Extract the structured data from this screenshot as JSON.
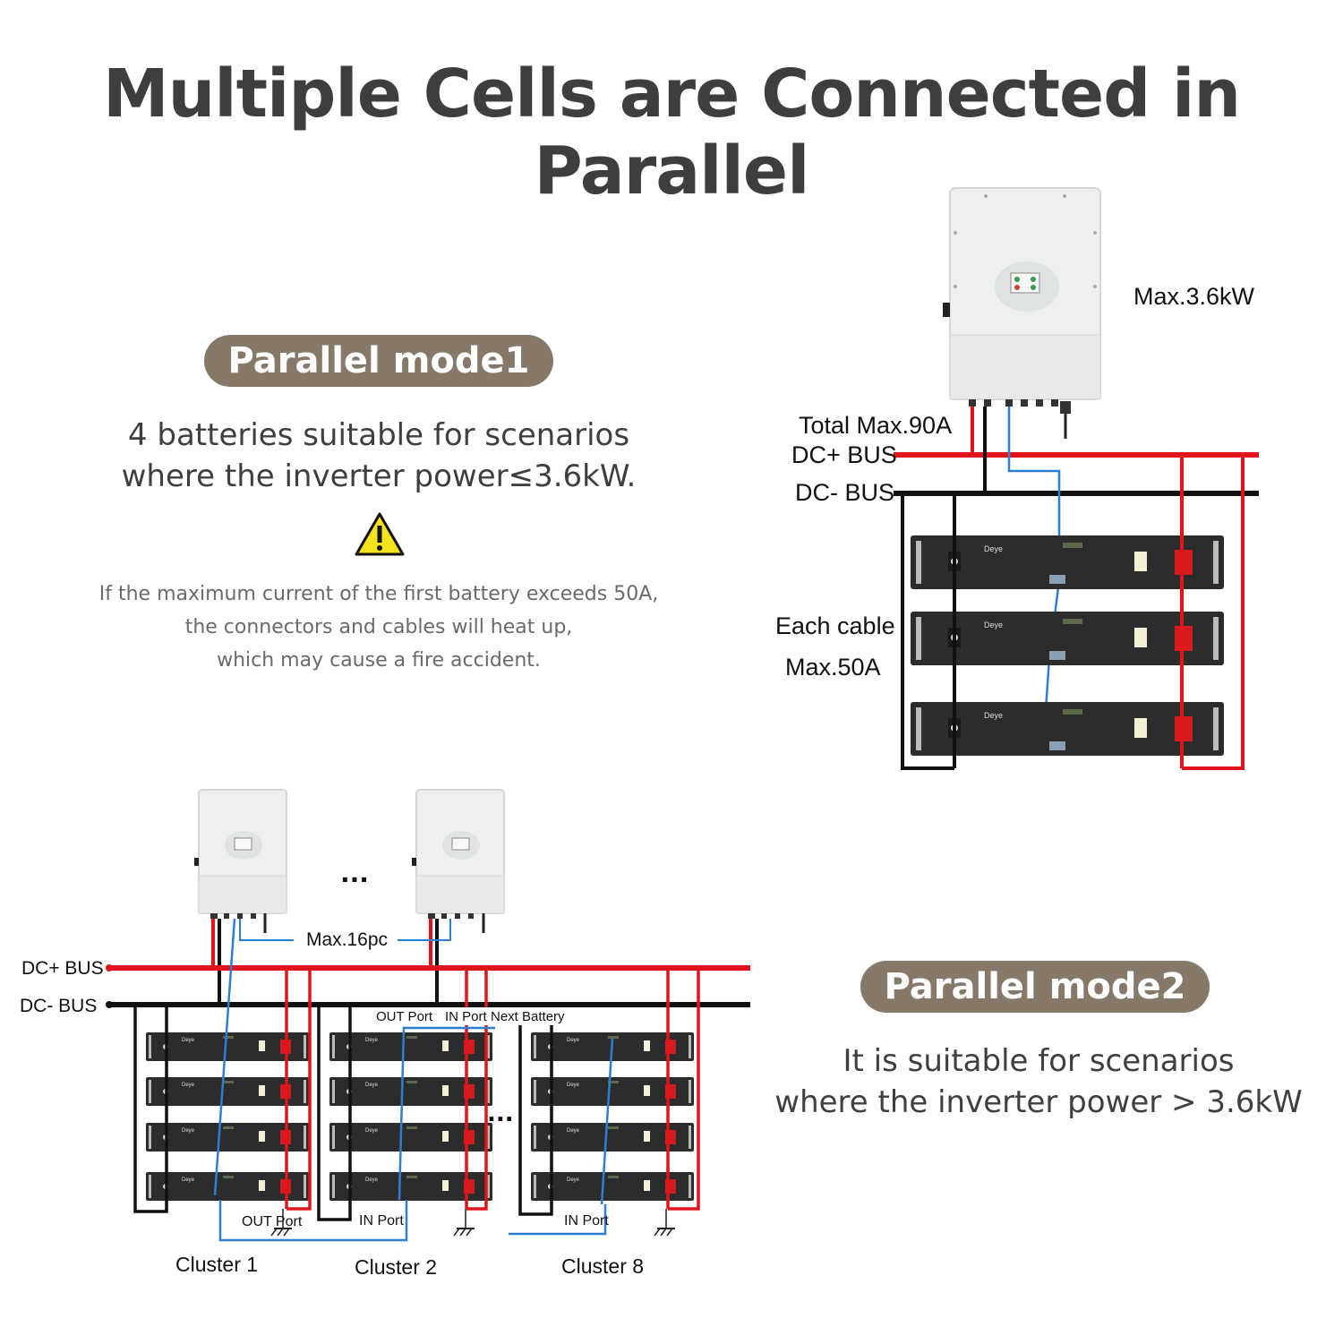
{
  "title": "Multiple Cells are Connected in Parallel",
  "mode1": {
    "pill": "Parallel mode1",
    "desc_line1": "4 batteries suitable for scenarios",
    "desc_line2": "where the inverter power≤3.6kW.",
    "warning_line1": "If the maximum current of the first battery exceeds 50A,",
    "warning_line2": "the connectors and cables will heat up,",
    "warning_line3": "which may cause a fire accident.",
    "warning_icon": "warning-triangle-icon"
  },
  "diagram1": {
    "max_power": "Max.3.6kW",
    "total_current": "Total Max.90A",
    "dc_plus": "DC+ BUS",
    "dc_minus": "DC- BUS",
    "cable_line1": "Each cable",
    "cable_line2": "Max.50A"
  },
  "diagram2": {
    "dc_plus": "DC+ BUS",
    "dc_minus": "DC- BUS",
    "max_inverters": "Max.16pc",
    "ellipsis": "...",
    "out_port_top": "OUT Port",
    "in_port_top": "IN Port",
    "next_battery": "Next Battery",
    "out_port_bottom": "OUT Port",
    "in_port_c2": "IN Port",
    "in_port_c8": "IN Port",
    "cluster1": "Cluster 1",
    "cluster2": "Cluster 2",
    "cluster8": "Cluster 8"
  },
  "mode2": {
    "pill": "Parallel mode2",
    "desc_line1": "It is suitable for scenarios",
    "desc_line2": "where the inverter power > 3.6kW"
  },
  "colors": {
    "pill": "#87796a",
    "dc_plus": "#e0151b",
    "dc_minus": "#111111",
    "comm": "#2f7fd0",
    "battery": "#2c2c2c",
    "inverter": "#eef0ef"
  }
}
